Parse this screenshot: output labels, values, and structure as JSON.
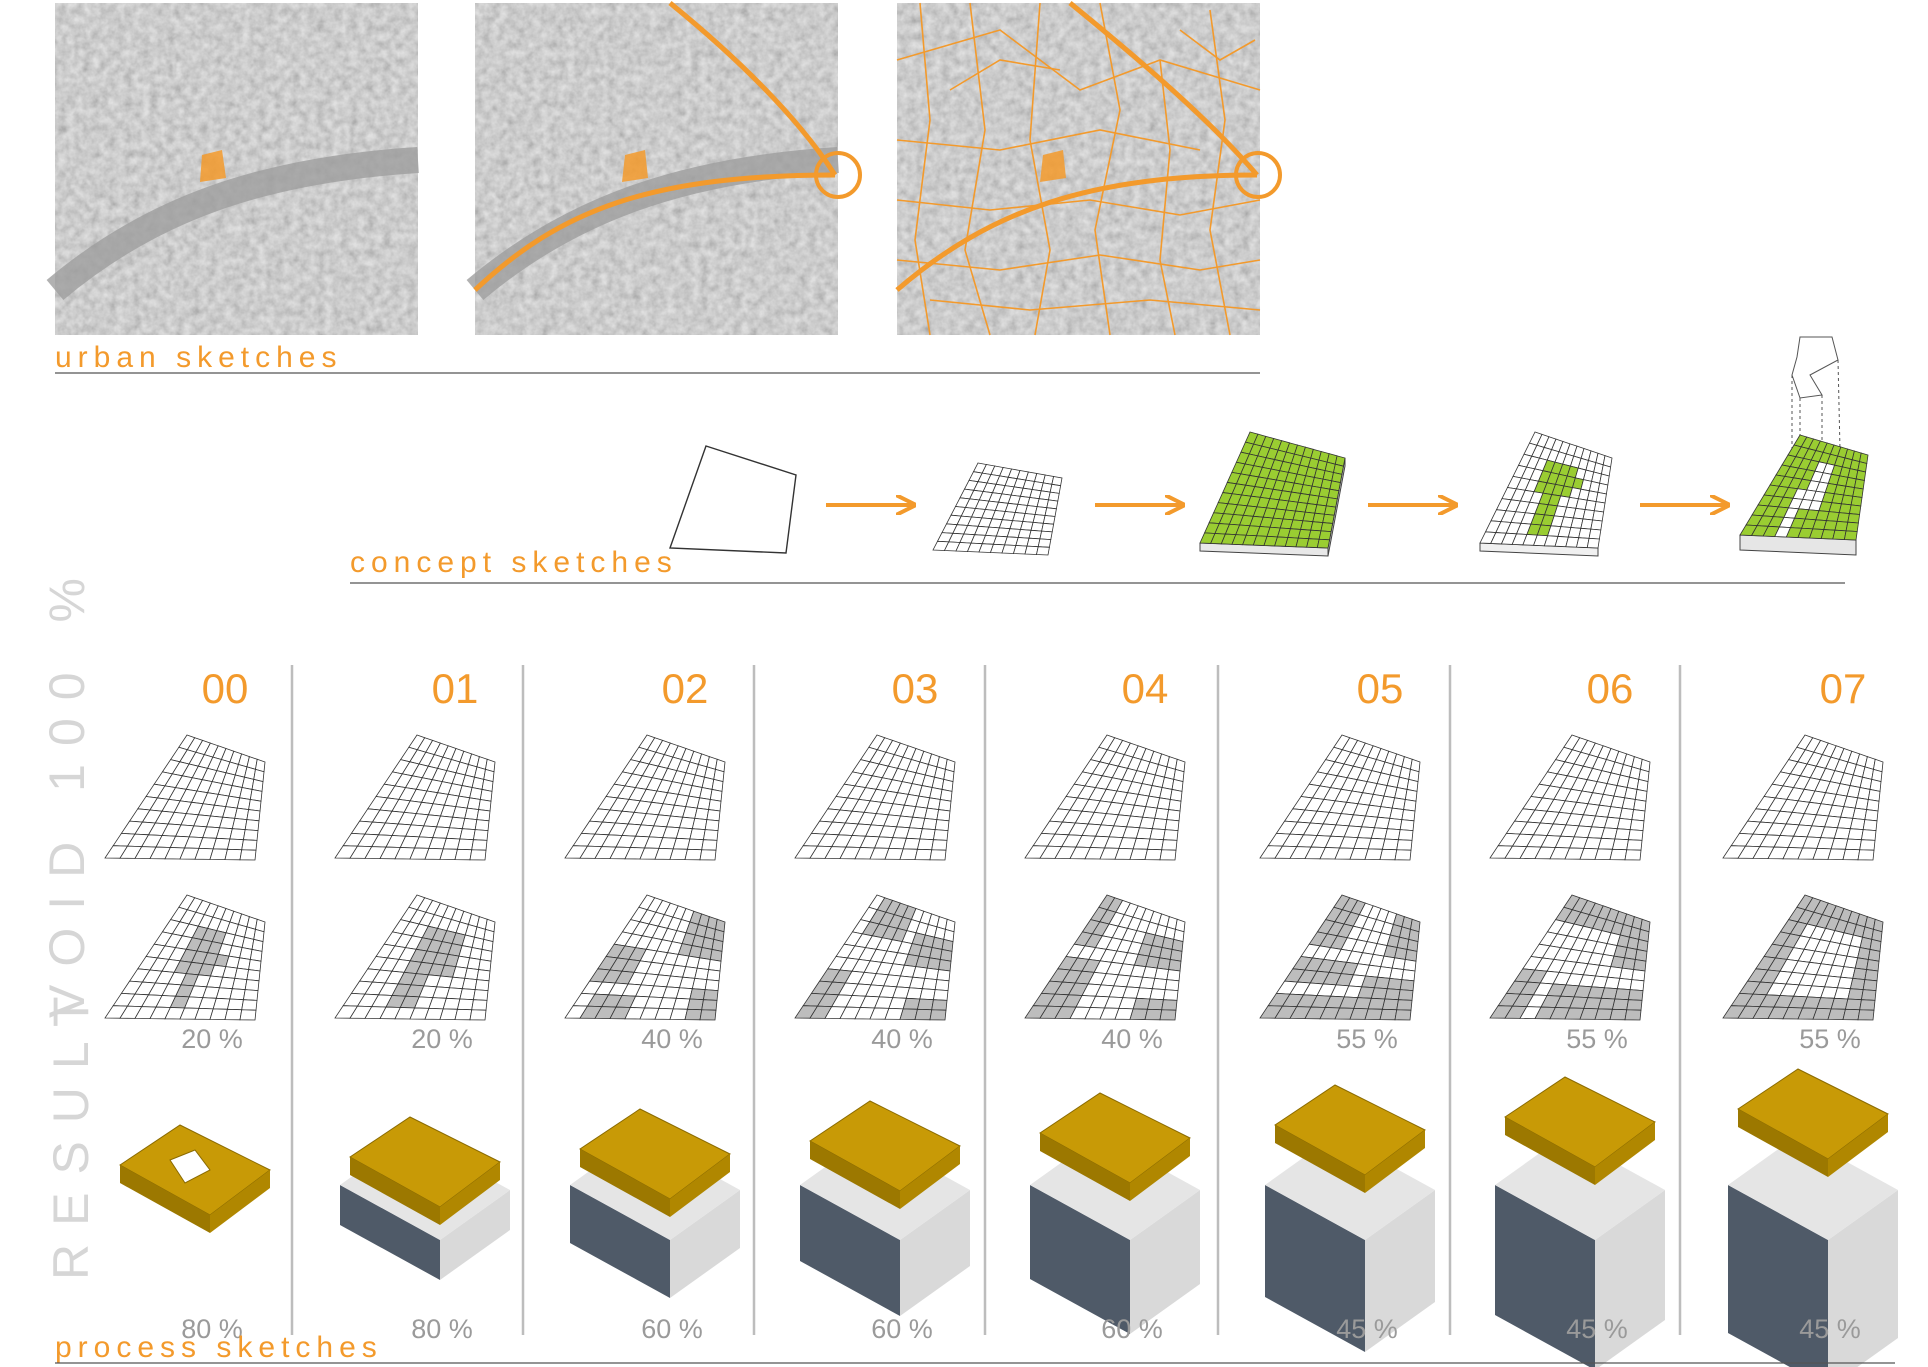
{
  "sections": {
    "urban": "urban sketches",
    "concept": "concept sketches",
    "process": "process sketches"
  },
  "side_labels": {
    "void": "VOID 100 %",
    "result": "RESULT"
  },
  "columns": [
    {
      "id": "00",
      "void_pct": "20 %",
      "result_pct": "80 %"
    },
    {
      "id": "01",
      "void_pct": "20 %",
      "result_pct": "80 %"
    },
    {
      "id": "02",
      "void_pct": "40 %",
      "result_pct": "60 %"
    },
    {
      "id": "03",
      "void_pct": "40 %",
      "result_pct": "60 %"
    },
    {
      "id": "04",
      "void_pct": "40 %",
      "result_pct": "60 %"
    },
    {
      "id": "05",
      "void_pct": "55 %",
      "result_pct": "45 %"
    },
    {
      "id": "06",
      "void_pct": "55 %",
      "result_pct": "45 %"
    },
    {
      "id": "07",
      "void_pct": "55 %",
      "result_pct": "45 %"
    }
  ],
  "colors": {
    "accent": "#f39a2c",
    "map_gray": "#b9b9b9",
    "concept_green": "#9acd32",
    "void_gray": "#bdbdbd",
    "result_gold": "#c89a06",
    "result_dark": "#4f5a68",
    "result_light": "#d9d9d9"
  }
}
